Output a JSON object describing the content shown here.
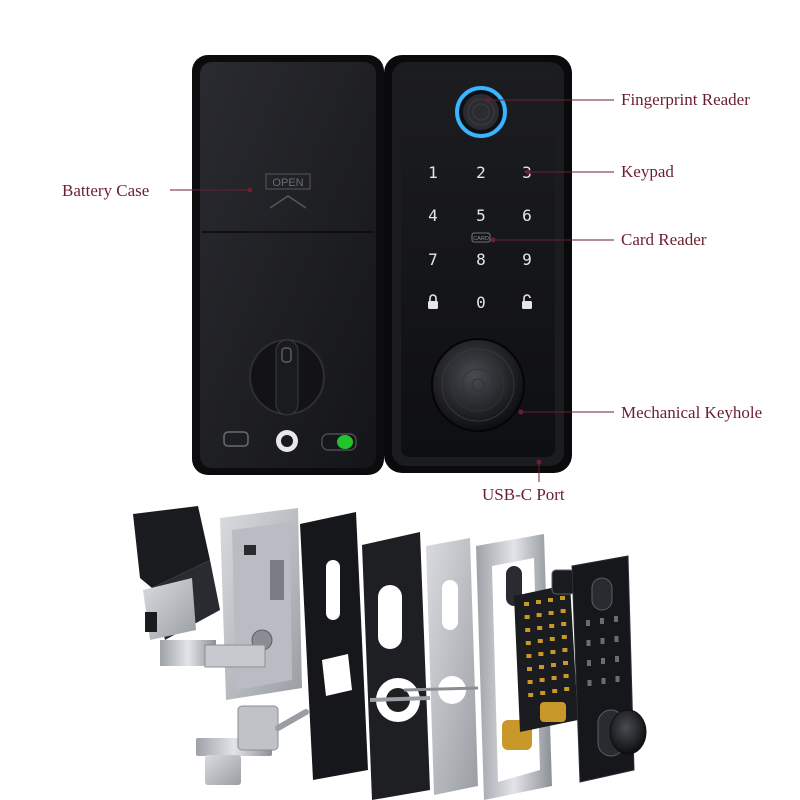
{
  "callouts": {
    "battery_case": "Battery Case",
    "fingerprint_reader": "Fingerprint Reader",
    "keypad": "Keypad",
    "card_reader": "Card Reader",
    "mechanical_keyhole": "Mechanical Keyhole",
    "usb_c_port": "USB-C Port"
  },
  "device": {
    "battery_cover_text": "OPEN",
    "keypad_keys": [
      "1",
      "2",
      "3",
      "4",
      "5",
      "6",
      "7",
      "8",
      "9",
      "lock",
      "0",
      "unlock"
    ],
    "card_badge": "CARD"
  },
  "colors": {
    "label": "#6b1f2e",
    "leader": "#6b1f2e",
    "lock_body": "#1d1e22",
    "fingerprint_ring": "#3ab4ff",
    "status_led": "#22c32c",
    "brass": "#c8982a"
  }
}
